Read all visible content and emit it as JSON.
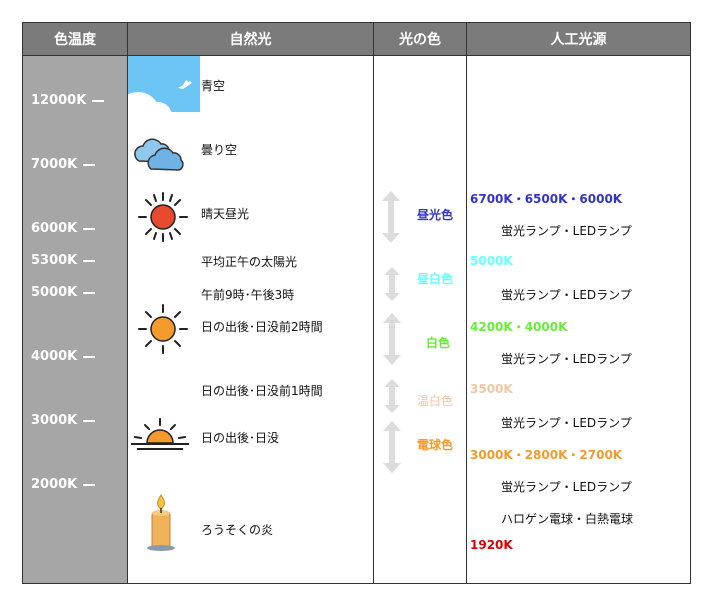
{
  "headers": {
    "temp": "色温度",
    "natural": "自然光",
    "color": "光の色",
    "artificial": "人工光源"
  },
  "temperatures": [
    "12000K",
    "7000K",
    "6000K",
    "5300K",
    "5000K",
    "4000K",
    "3000K",
    "2000K"
  ],
  "natural": [
    "青空",
    "曇り空",
    "晴天昼光",
    "平均正午の太陽光",
    "午前9時･午後3時",
    "日の出後･日没前2時間",
    "日の出後･日没前1時間",
    "日の出後･日没",
    "ろうそくの炎"
  ],
  "light_colors": [
    "昼光色",
    "昼白色",
    "白色",
    "温白色",
    "電球色"
  ],
  "sources": {
    "k1": "6700K・6500K・6000K",
    "d1": "蛍光ランプ・LEDランプ",
    "k2": "5000K",
    "d2": "蛍光ランプ・LEDランプ",
    "k3": "4200K・4000K",
    "d3": "蛍光ランプ・LEDランプ",
    "k4": "3500K",
    "d4": "蛍光ランプ・LEDランプ",
    "k5": "3000K・2800K・2700K",
    "d5": "蛍光ランプ・LEDランプ",
    "d6": "ハロゲン電球・白熱電球",
    "k6": "1920K"
  },
  "colors": {
    "daylight": "#3333cc",
    "neutral": "#66ffff",
    "white": "#66ee33",
    "warm_white": "#f2c6a4",
    "bulb": "#f39c2b",
    "candle": "#dd0000"
  }
}
